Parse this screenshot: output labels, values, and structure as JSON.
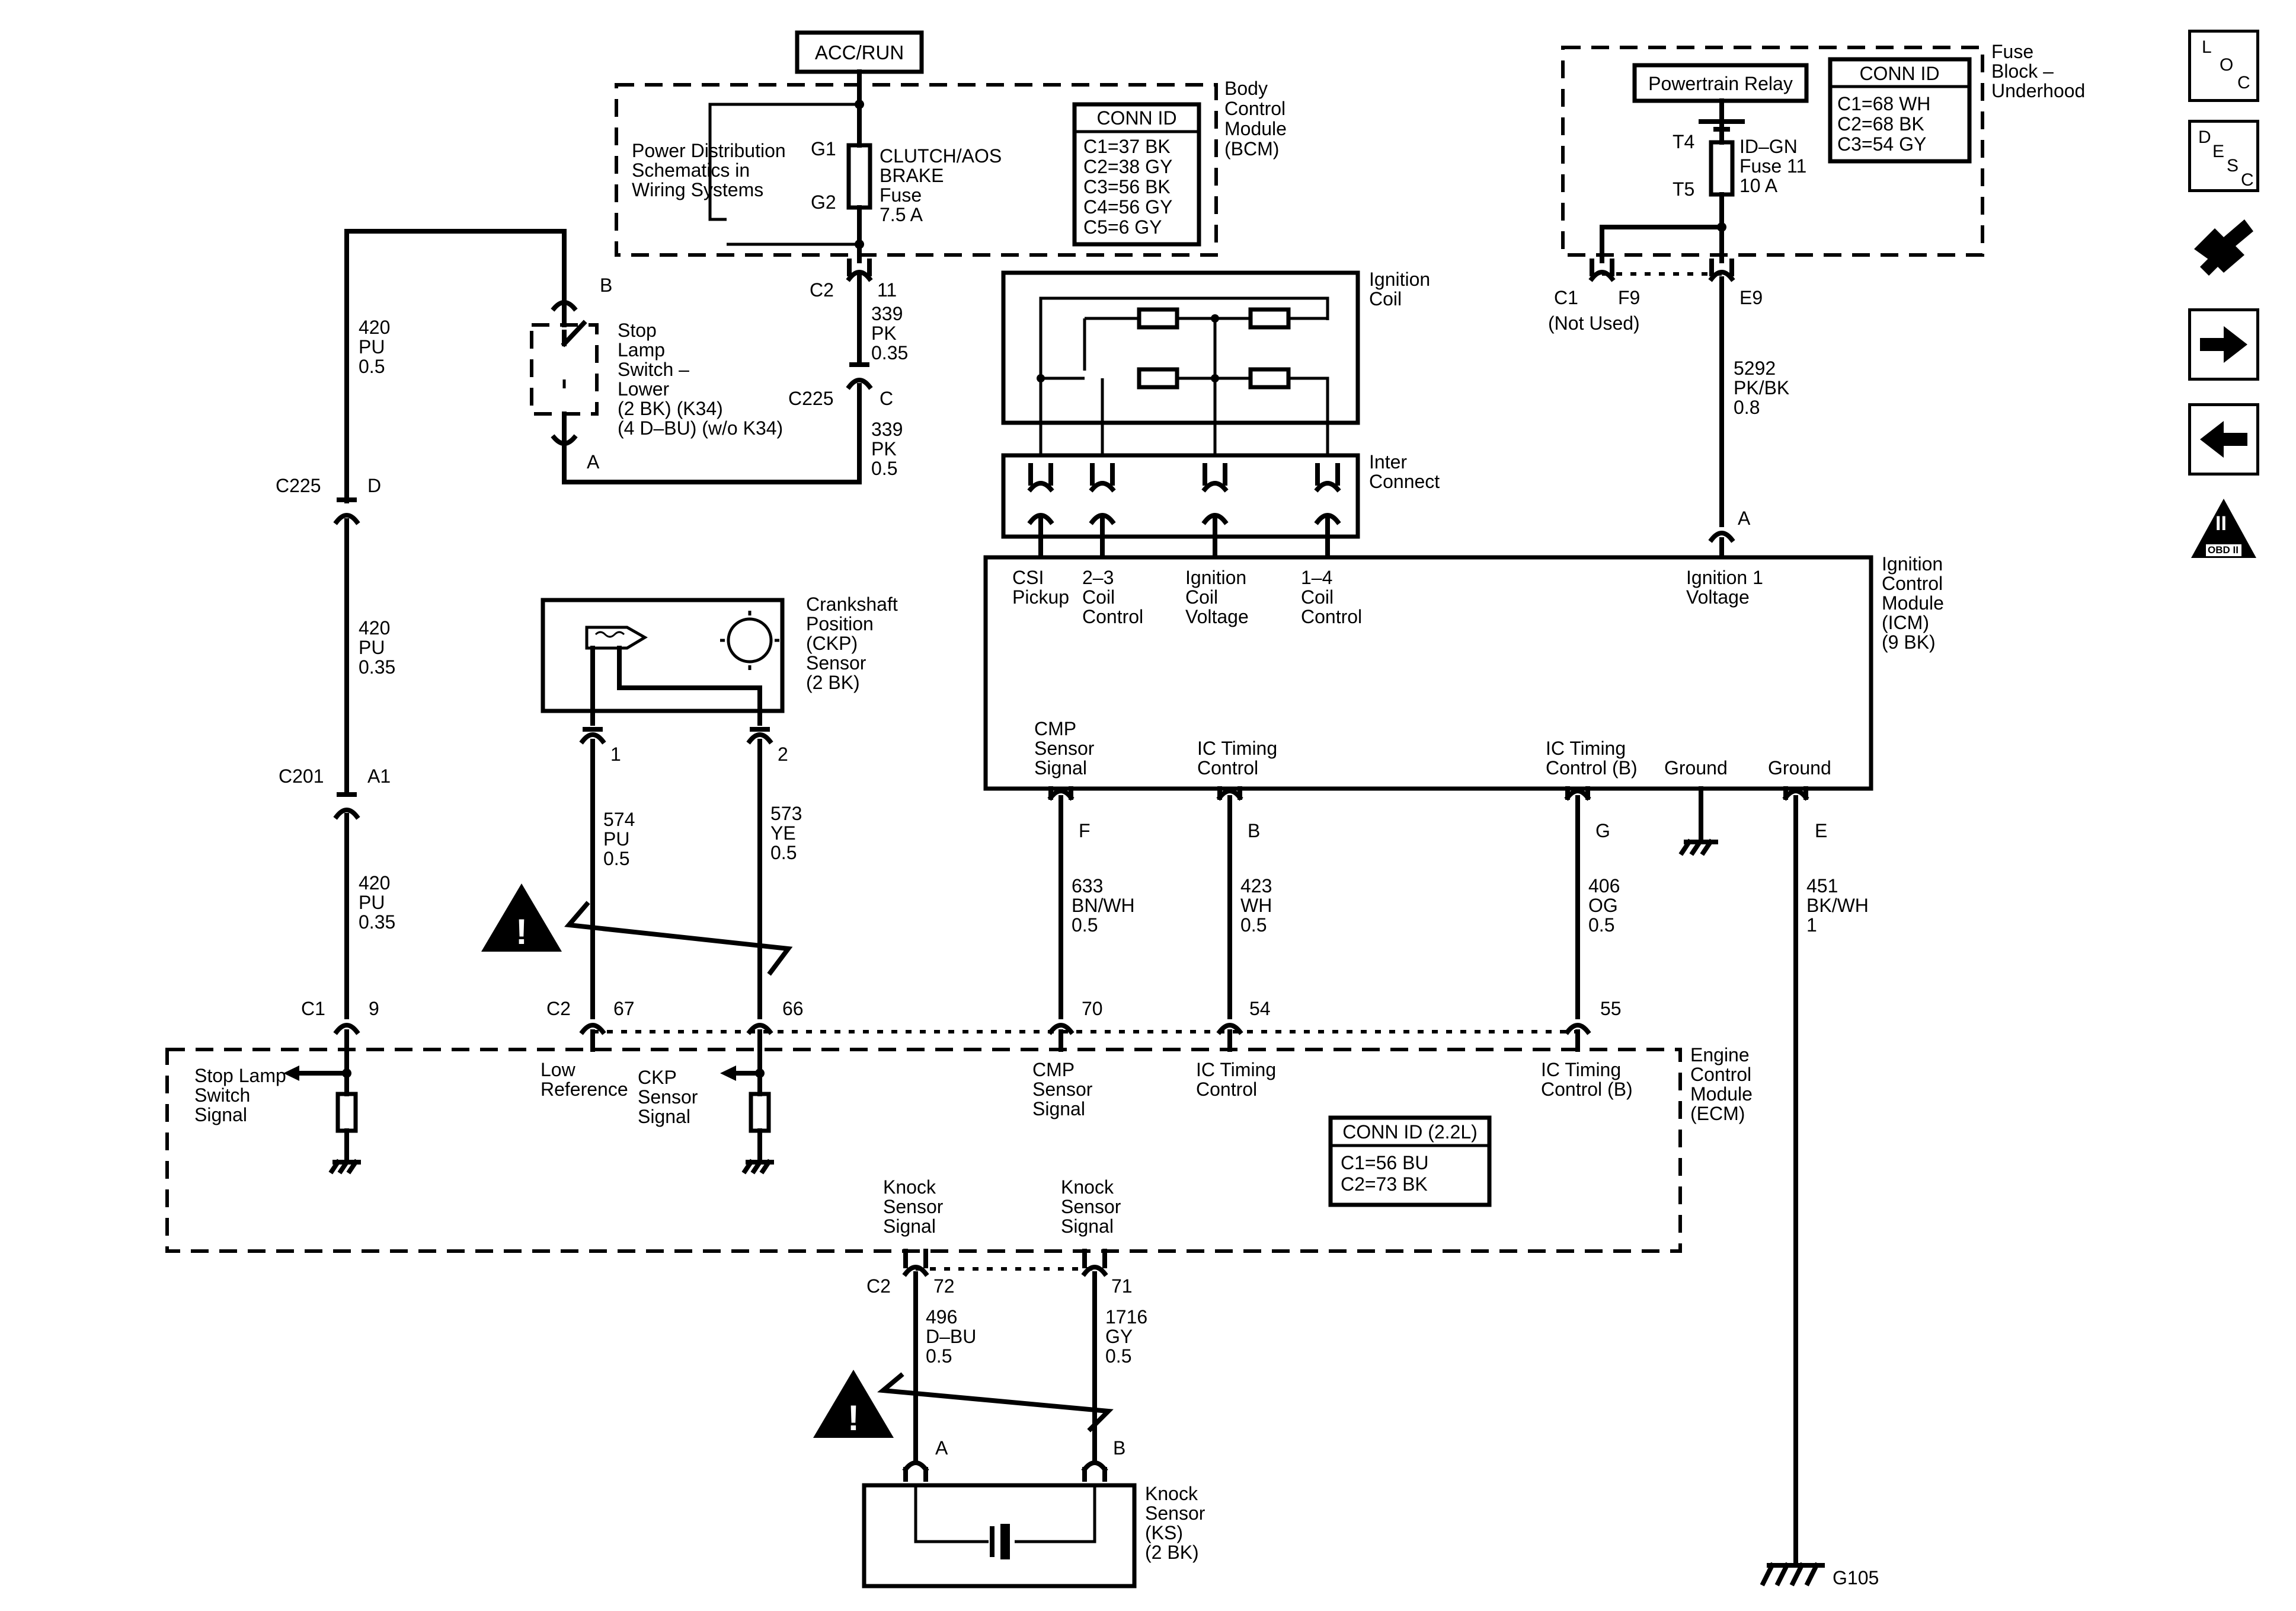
{
  "top_labels": {
    "acc_run": "ACC/RUN",
    "power_distribution": [
      "Power Distribution",
      "Schematics in",
      "Wiring Systems"
    ],
    "clutch_fuse": [
      "CLUTCH/AOS",
      "BRAKE",
      "Fuse",
      "7.5 A"
    ],
    "g1": "G1",
    "g2": "G2"
  },
  "bcm": {
    "title": [
      "Body",
      "Control",
      "Module",
      "(BCM)"
    ],
    "conn_header": "CONN ID",
    "conn": [
      "C1=37 BK",
      "C2=38 GY",
      "C3=56 BK",
      "C4=56 GY",
      "C5=6 GY"
    ]
  },
  "fuse_block": {
    "title": [
      "Fuse",
      "Block –",
      "Underhood"
    ],
    "relay": "Powertrain Relay",
    "conn_header": "CONN ID",
    "conn": [
      "C1=68 WH",
      "C2=68 BK",
      "C3=54 GY"
    ],
    "t4": "T4",
    "t5": "T5",
    "fuse": [
      "ID–GN",
      "Fuse 11",
      "10 A"
    ],
    "c1": "C1",
    "c1_note": "(Not Used)",
    "f9": "F9",
    "e9": "E9"
  },
  "stop_lamp": {
    "label": [
      "Stop",
      "Lamp",
      "Switch –",
      "Lower",
      "(2 BK) (K34)",
      "(4 D–BU) (w/o K34)"
    ],
    "pin_a": "A",
    "pin_b": "B"
  },
  "wires": {
    "w420_a": [
      "420",
      "PU",
      "0.5"
    ],
    "w420_b": [
      "420",
      "PU",
      "0.35"
    ],
    "w420_c": [
      "420",
      "PU",
      "0.35"
    ],
    "w339_a": [
      "339",
      "PK",
      "0.35"
    ],
    "w339_b": [
      "339",
      "PK",
      "0.5"
    ],
    "w574": [
      "574",
      "PU",
      "0.5"
    ],
    "w573": [
      "573",
      "YE",
      "0.5"
    ],
    "w633": [
      "633",
      "BN/WH",
      "0.5"
    ],
    "w423": [
      "423",
      "WH",
      "0.5"
    ],
    "w406": [
      "406",
      "OG",
      "0.5"
    ],
    "w451": [
      "451",
      "BK/WH",
      "1"
    ],
    "w5292": [
      "5292",
      "PK/BK",
      "0.8"
    ],
    "w496": [
      "496",
      "D–BU",
      "0.5"
    ],
    "w1716": [
      "1716",
      "GY",
      "0.5"
    ]
  },
  "connectors": {
    "c2_11": [
      "C2",
      "11"
    ],
    "c225_c": [
      "C225",
      "C"
    ],
    "c225_d": [
      "C225",
      "D"
    ],
    "c201_a1": [
      "C201",
      "A1"
    ],
    "c1_9": [
      "C1",
      "9"
    ],
    "c2_67": [
      "C2",
      "67"
    ],
    "p66": "66",
    "p70": "70",
    "p54": "54",
    "p55": "55",
    "c2_72": [
      "C2",
      "72"
    ],
    "p71": "71",
    "ckp_1": "1",
    "ckp_2": "2",
    "icm_f": "F",
    "icm_b": "B",
    "icm_g": "G",
    "icm_e": "E",
    "icm_a": "A",
    "ks_a": "A",
    "ks_b": "B"
  },
  "ignition_coil": {
    "label": [
      "Ignition",
      "Coil"
    ],
    "interconnect": [
      "Inter",
      "Connect"
    ]
  },
  "icm": {
    "title": [
      "Ignition",
      "Control",
      "Module",
      "(ICM)",
      "(9 BK)"
    ],
    "top_pins": [
      [
        "CSI",
        "Pickup"
      ],
      [
        "2–3",
        "Coil",
        "Control"
      ],
      [
        "Ignition",
        "Coil",
        "Voltage"
      ],
      [
        "1–4",
        "Coil",
        "Control"
      ],
      [
        "Ignition 1",
        "Voltage"
      ]
    ],
    "bottom_pins": [
      [
        "CMP",
        "Sensor",
        "Signal"
      ],
      [
        "IC Timing",
        "Control"
      ],
      [
        "IC Timing",
        "Control (B)"
      ],
      [
        "Ground"
      ],
      [
        "Ground"
      ]
    ]
  },
  "ckp": {
    "label": [
      "Crankshaft",
      "Position",
      "(CKP)",
      "Sensor",
      "(2 BK)"
    ]
  },
  "ecm": {
    "title": [
      "Engine",
      "Control",
      "Module",
      "(ECM)"
    ],
    "stop_lamp_signal": [
      "Stop Lamp",
      "Switch",
      "Signal"
    ],
    "low_reference": [
      "Low",
      "Reference"
    ],
    "ckp_signal": [
      "CKP",
      "Sensor",
      "Signal"
    ],
    "cmp_signal": [
      "CMP",
      "Sensor",
      "Signal"
    ],
    "ic_timing": [
      "IC Timing",
      "Control"
    ],
    "ic_timing_b": [
      "IC Timing",
      "Control (B)"
    ],
    "knock_1": [
      "Knock",
      "Sensor",
      "Signal"
    ],
    "knock_2": [
      "Knock",
      "Sensor",
      "Signal"
    ],
    "conn_header": "CONN ID (2.2L)",
    "conn": [
      "C1=56 BU",
      "C2=73 BK"
    ]
  },
  "knock_sensor": {
    "label": [
      "Knock",
      "Sensor",
      "(KS)",
      "(2 BK)"
    ]
  },
  "ground": "G105",
  "nav": {
    "loc": [
      "L",
      "O",
      "C"
    ],
    "desc": [
      "D",
      "E",
      "S",
      "C"
    ],
    "obd": [
      "II",
      "OBD II"
    ]
  }
}
